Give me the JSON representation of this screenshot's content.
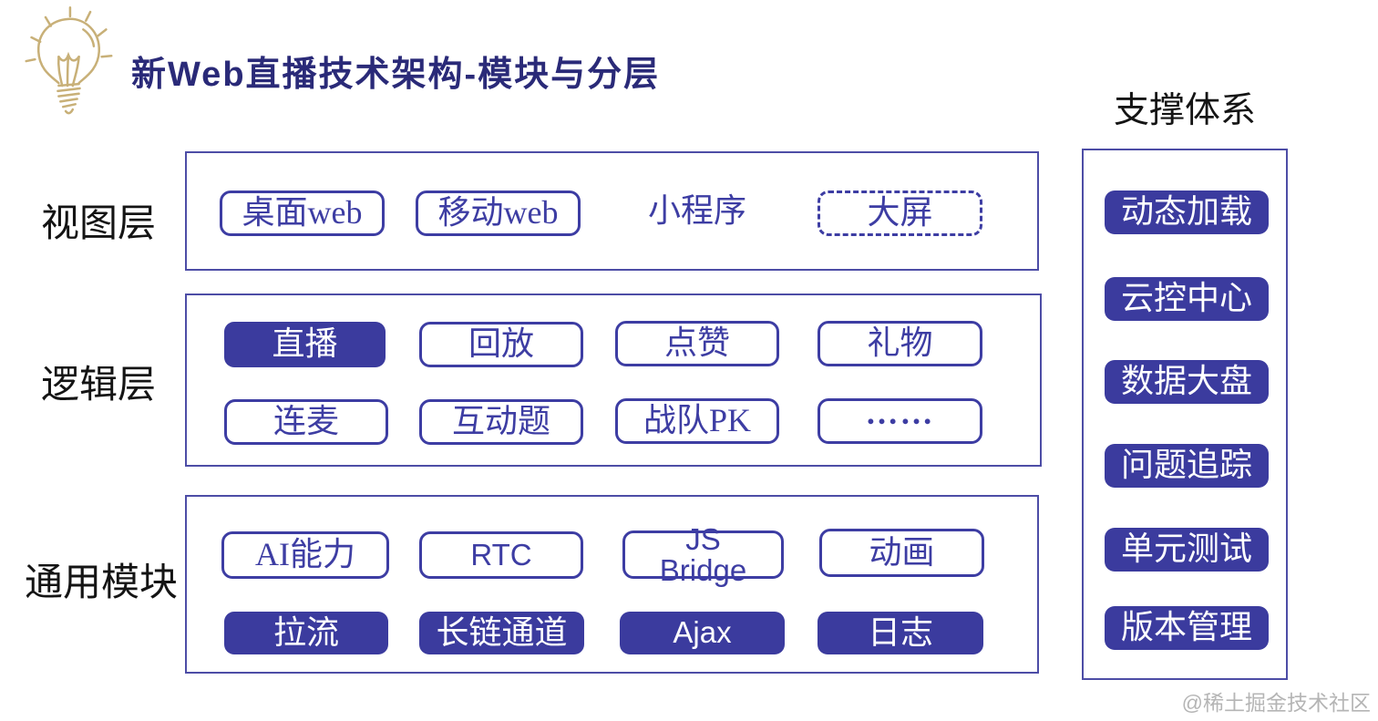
{
  "header": {
    "title": "新Web直播技术架构-模块与分层"
  },
  "support": {
    "title": "支撑体系",
    "items": [
      "动态加载",
      "云控中心",
      "数据大盘",
      "问题追踪",
      "单元测试",
      "版本管理"
    ]
  },
  "view_layer": {
    "label": "视图层",
    "desktop_web": "桌面web",
    "mobile_web": "移动web",
    "mini_program": "小程序",
    "big_screen": "大屏"
  },
  "logic_layer": {
    "label": "逻辑层",
    "live": "直播",
    "playback": "回放",
    "like": "点赞",
    "gift": "礼物",
    "mic_link": "连麦",
    "quiz": "互动题",
    "team_pk": "战队PK",
    "more": "……"
  },
  "common_modules": {
    "label": "通用模块",
    "ai": "AI能力",
    "rtc": "RTC",
    "js_bridge": "JS\nBridge",
    "animation": "动画",
    "pull_stream": "拉流",
    "long_link": "长链通道",
    "ajax": "Ajax",
    "log": "日志"
  },
  "watermark": "@稀土掘金技术社区",
  "colors": {
    "accent_fill": "#3b3b9e",
    "outline": "#3d3da3",
    "container_border": "#4d4da6",
    "title_text": "#2a2a78",
    "label_text": "#141414",
    "watermark_text": "#b5b5b5",
    "lightbulb": "#c8b078"
  }
}
